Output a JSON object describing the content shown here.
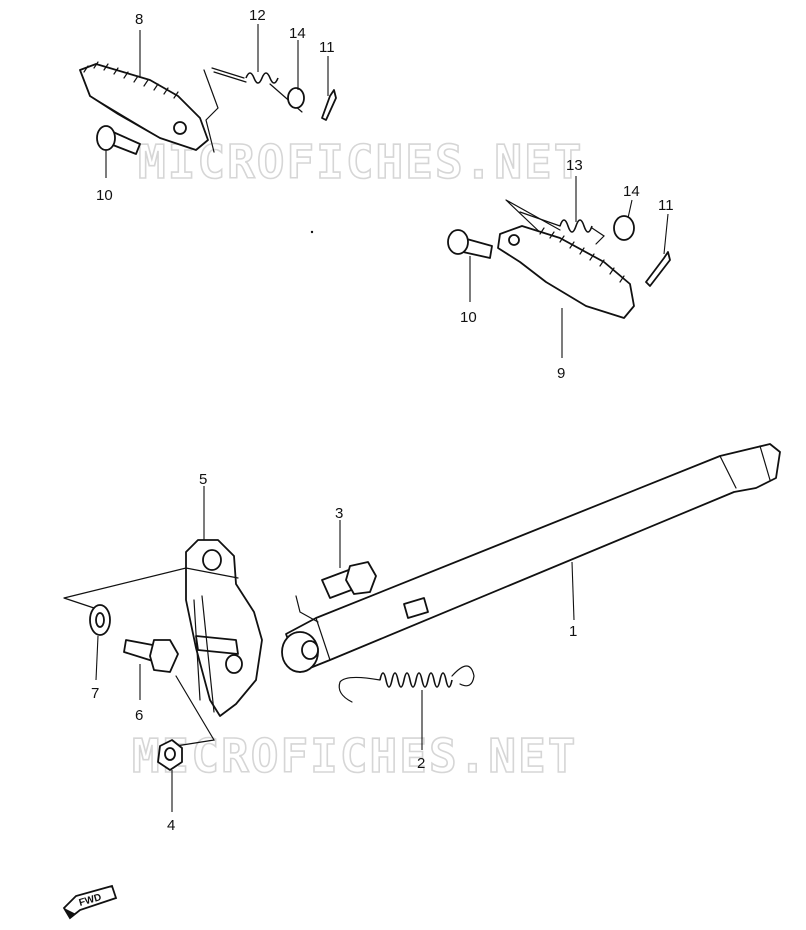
{
  "watermark": "MICROFICHES.NET",
  "fwd_label": "FWD",
  "callouts": {
    "c8": "8",
    "c12": "12",
    "c14a": "14",
    "c11a": "11",
    "c10a": "10",
    "c13": "13",
    "c14b": "14",
    "c11b": "11",
    "c10b": "10",
    "c9": "9",
    "c5": "5",
    "c3": "3",
    "c1": "1",
    "c7": "7",
    "c6": "6",
    "c2": "2",
    "c4": "4"
  }
}
